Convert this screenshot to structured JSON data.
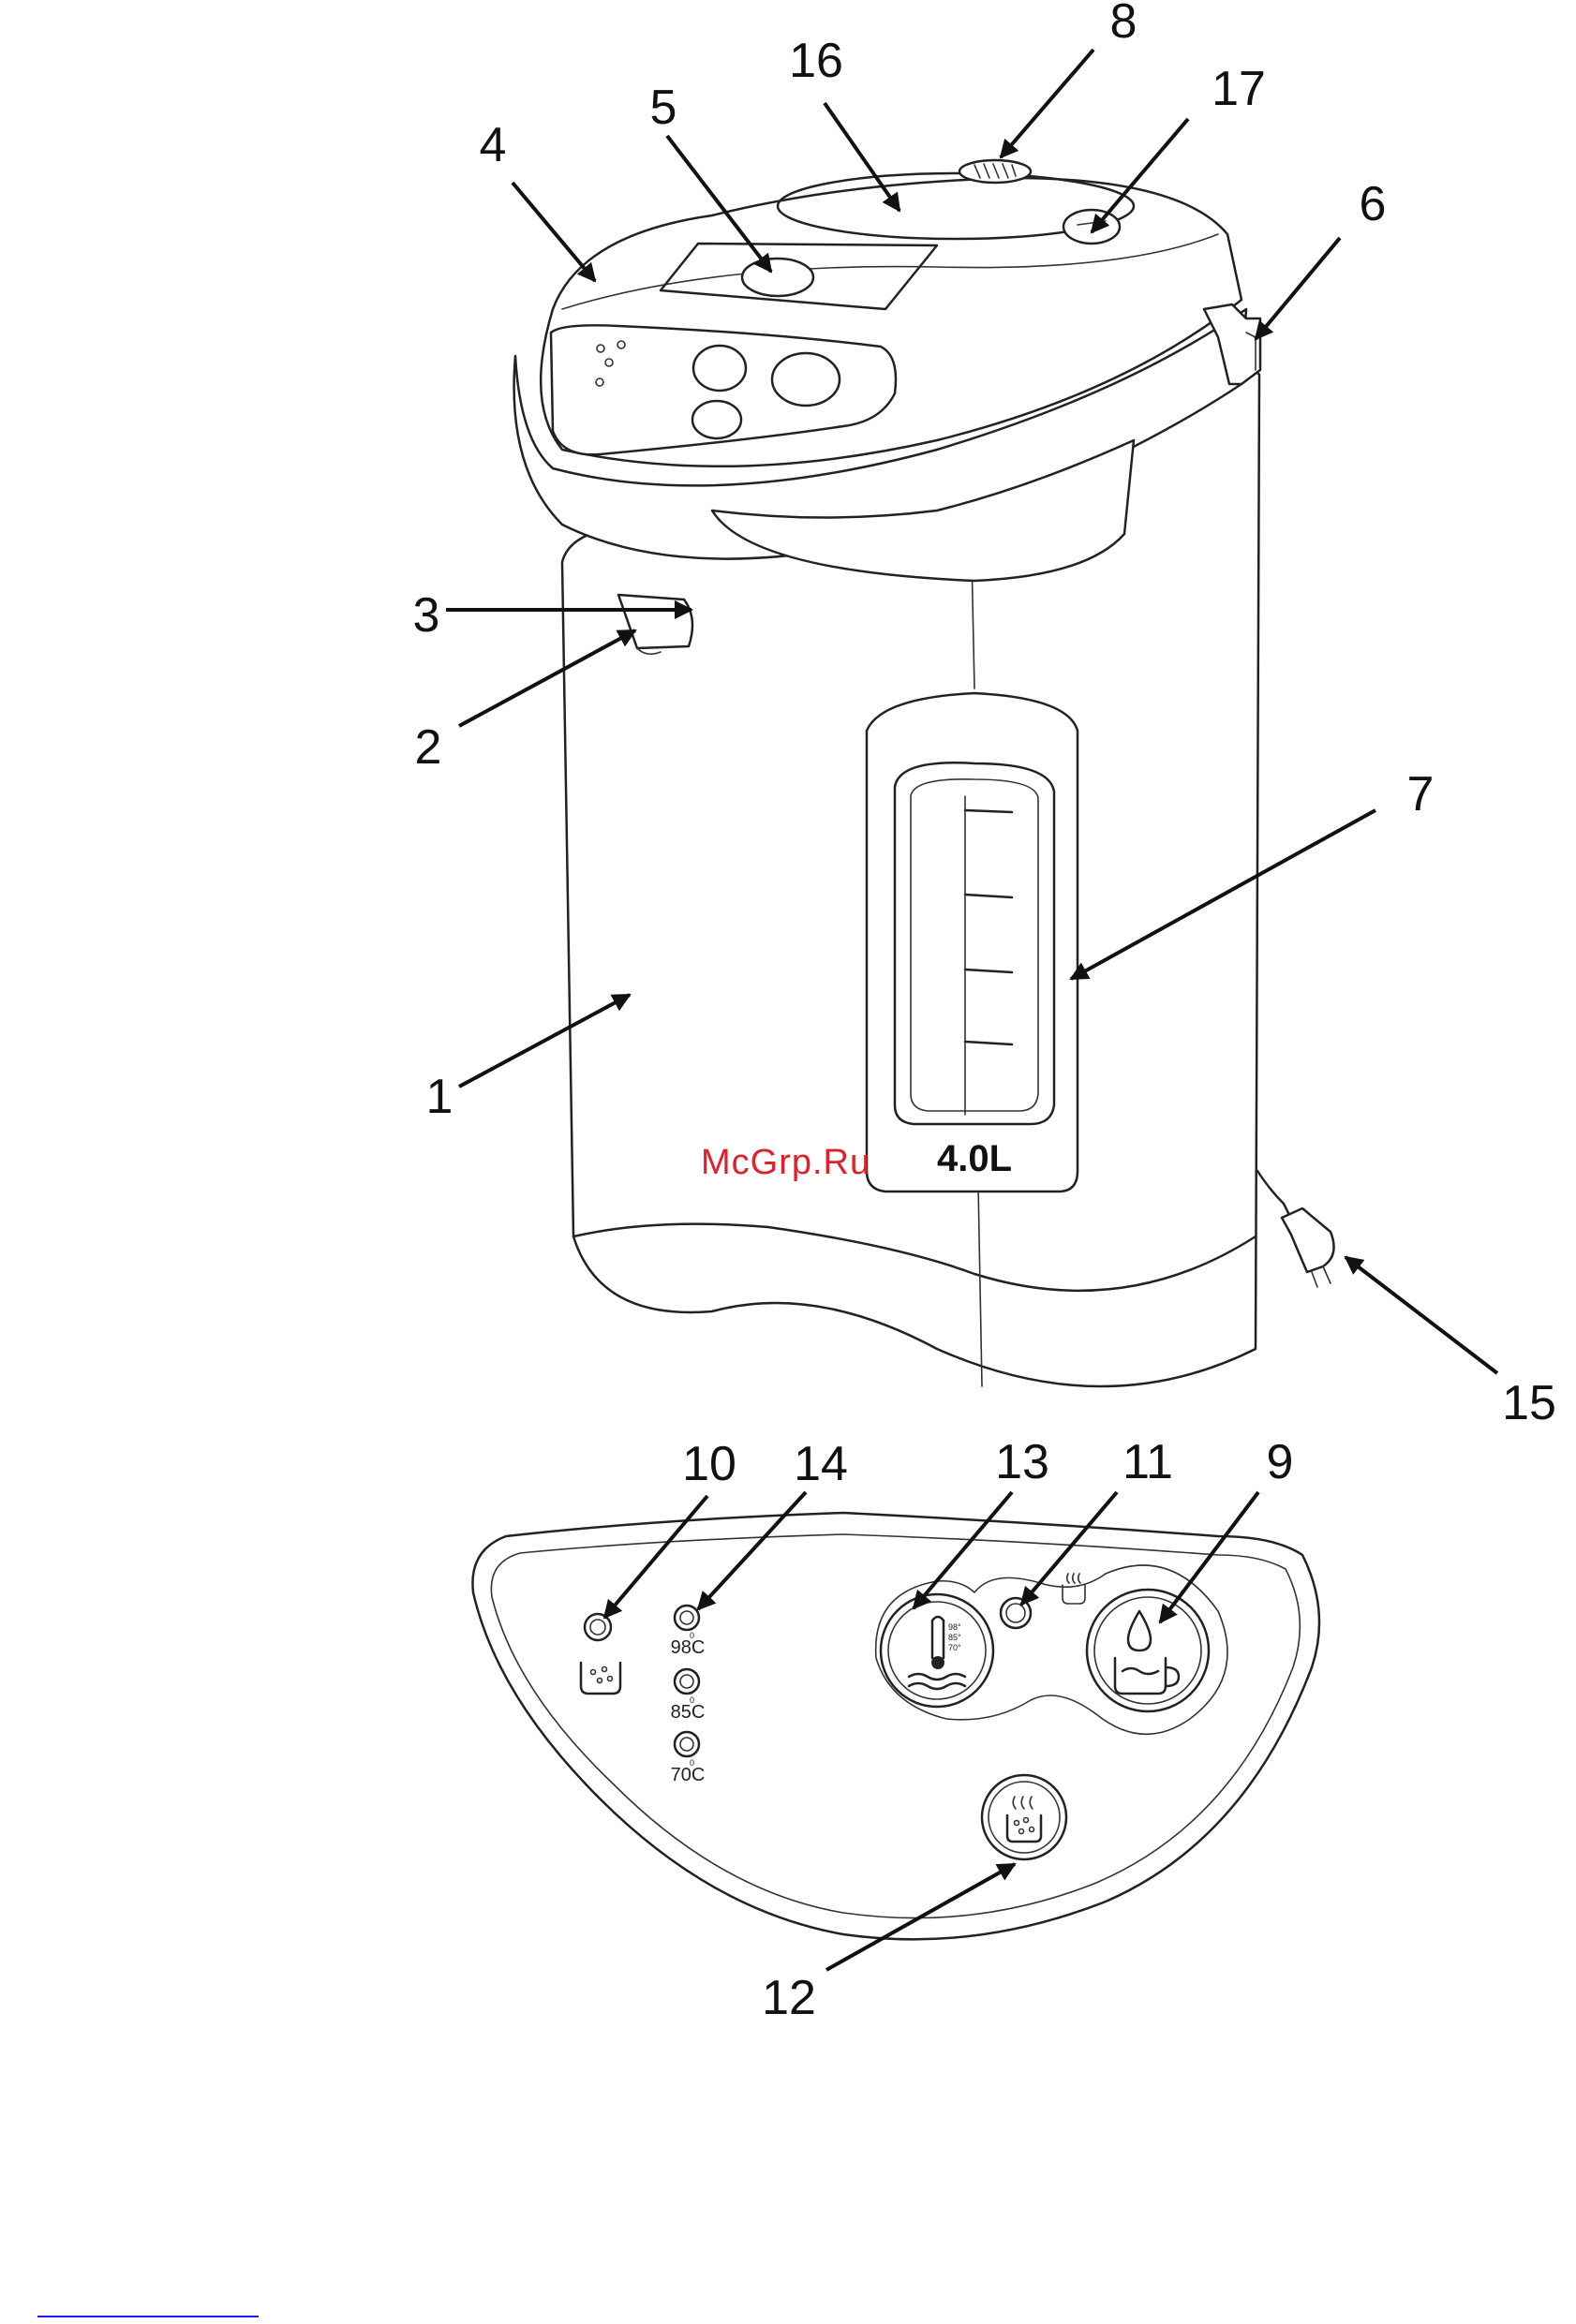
{
  "figure": {
    "watermark": "McGrp.Ru",
    "capacity_label": "4.0L"
  },
  "callouts": {
    "body": "1",
    "manual_pump_outlet": "2",
    "spout": "3",
    "lid": "4",
    "lid_release_button": "5",
    "handle": "6",
    "water_level_window": "7",
    "steam_vent": "8",
    "dispense_button": "9",
    "boil_indicator": "10",
    "keep_warm_indicator": "11",
    "reboil_button": "12",
    "temperature_select_button": "13",
    "temperature_indicators": "14",
    "power_cord": "15",
    "lid_top": "16",
    "lid_lock": "17"
  },
  "panel": {
    "temp_98": "98C",
    "temp_85": "85C",
    "temp_70": "70C",
    "degree_mark": "0",
    "mini_98": "98°",
    "mini_85": "85°",
    "mini_70": "70°"
  },
  "colors": {
    "line": "#222222",
    "watermark": "#e0202a",
    "link": "#1a1aff"
  }
}
